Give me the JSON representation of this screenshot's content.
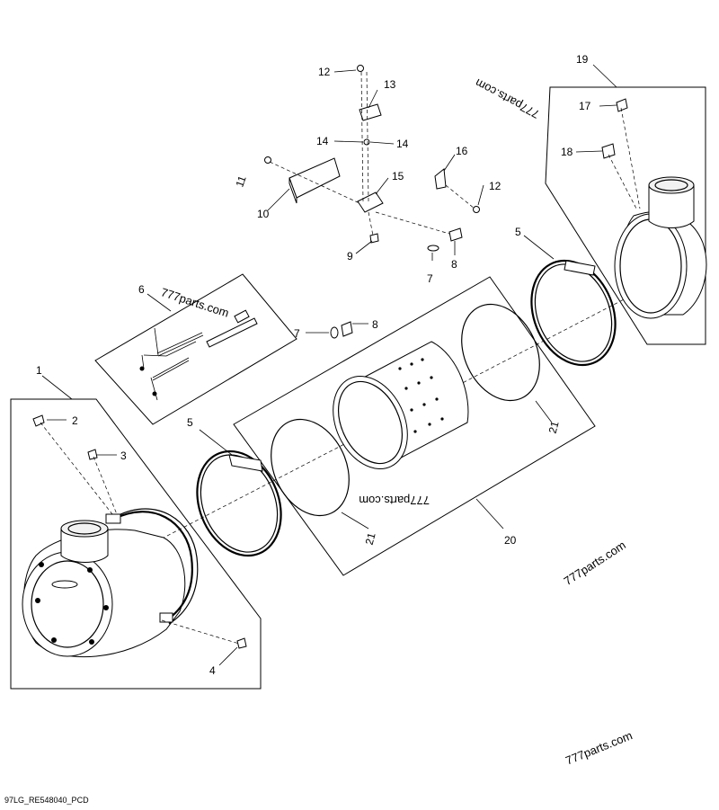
{
  "watermarks": [
    "777parts.com",
    "777parts.com",
    "777parts.com",
    "777parts.com",
    "777parts.com"
  ],
  "drawing_code": "97LG_RE548040_PCD",
  "callouts": {
    "c1": "1",
    "c2": "2",
    "c3": "3",
    "c4": "4",
    "c5a": "5",
    "c5b": "5",
    "c6": "6",
    "c7a": "7",
    "c7b": "7",
    "c8a": "8",
    "c8b": "8",
    "c9": "9",
    "c10": "10",
    "c11": "11",
    "c12a": "12",
    "c12b": "12",
    "c13": "13",
    "c14a": "14",
    "c14b": "14",
    "c15": "15",
    "c16": "16",
    "c17": "17",
    "c18": "18",
    "c19": "19",
    "c20": "20",
    "c21a": "21",
    "c21b": "21"
  }
}
